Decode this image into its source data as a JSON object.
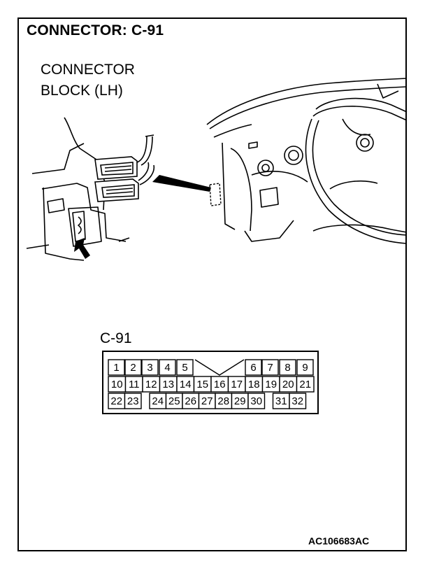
{
  "title": "CONNECTOR: C-91",
  "block_label_line1": "CONNECTOR",
  "block_label_line2": "BLOCK (LH)",
  "connector_label": "C-91",
  "figure_code": "AC106683AC",
  "pins": {
    "row1": [
      "1",
      "2",
      "3",
      "4",
      "5",
      "",
      "6",
      "7",
      "8",
      "9"
    ],
    "row2": [
      "10",
      "11",
      "12",
      "13",
      "14",
      "15",
      "16",
      "17",
      "18",
      "19",
      "20",
      "21"
    ],
    "row3": [
      "22",
      "23",
      "",
      "24",
      "25",
      "26",
      "27",
      "28",
      "29",
      "30",
      "",
      "31",
      "32"
    ]
  }
}
